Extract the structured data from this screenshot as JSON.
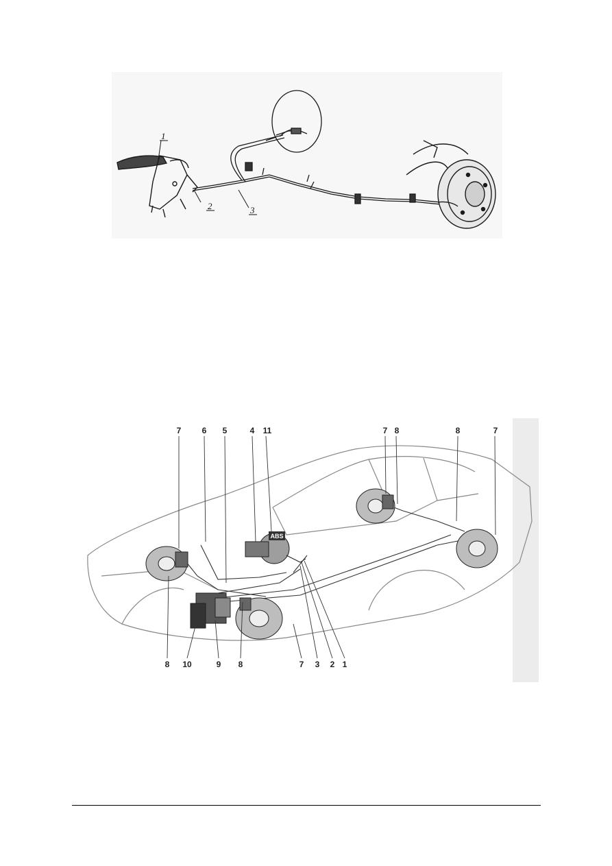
{
  "figures": {
    "parking_brake": {
      "callouts": [
        "1",
        "2",
        "3"
      ]
    },
    "brake_system": {
      "callouts_top": [
        "7",
        "6",
        "5",
        "4",
        "11",
        "7",
        "8",
        "8",
        "7"
      ],
      "callouts_bottom": [
        "8",
        "10",
        "9",
        "8",
        "7",
        "3",
        "2",
        "1"
      ],
      "badge": "ABS"
    }
  },
  "colors": {
    "line": "#1a1a1a",
    "shade": "#555555",
    "bg": "#ffffff"
  }
}
